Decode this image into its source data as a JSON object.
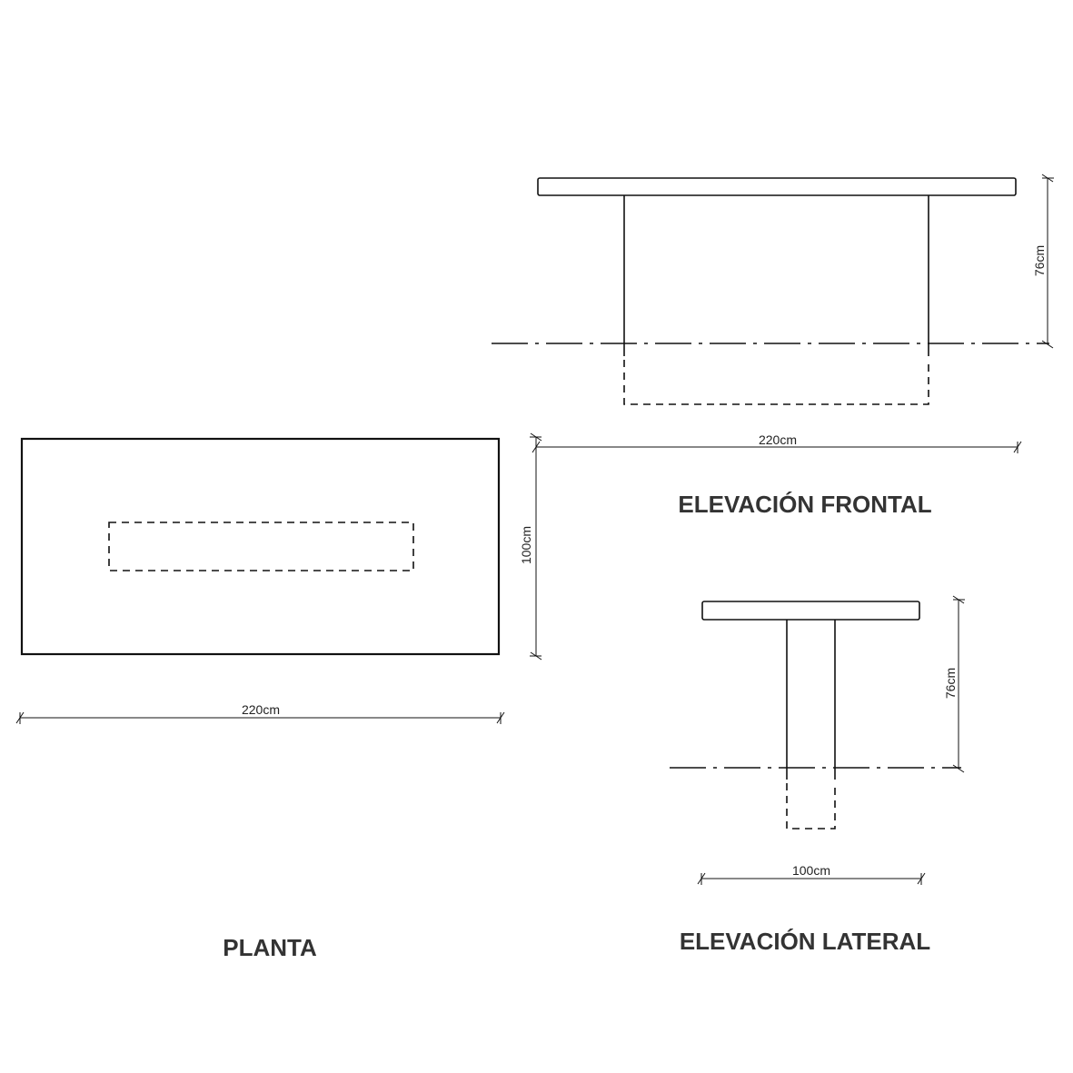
{
  "views": {
    "plan": {
      "title": "PLANTA",
      "width_label": "220cm",
      "depth_label": "100cm"
    },
    "front": {
      "title": "ELEVACIÓN FRONTAL",
      "width_label": "220cm",
      "height_label": "76cm"
    },
    "side": {
      "title": "ELEVACIÓN LATERAL",
      "width_label": "100cm",
      "height_label": "76cm"
    }
  }
}
